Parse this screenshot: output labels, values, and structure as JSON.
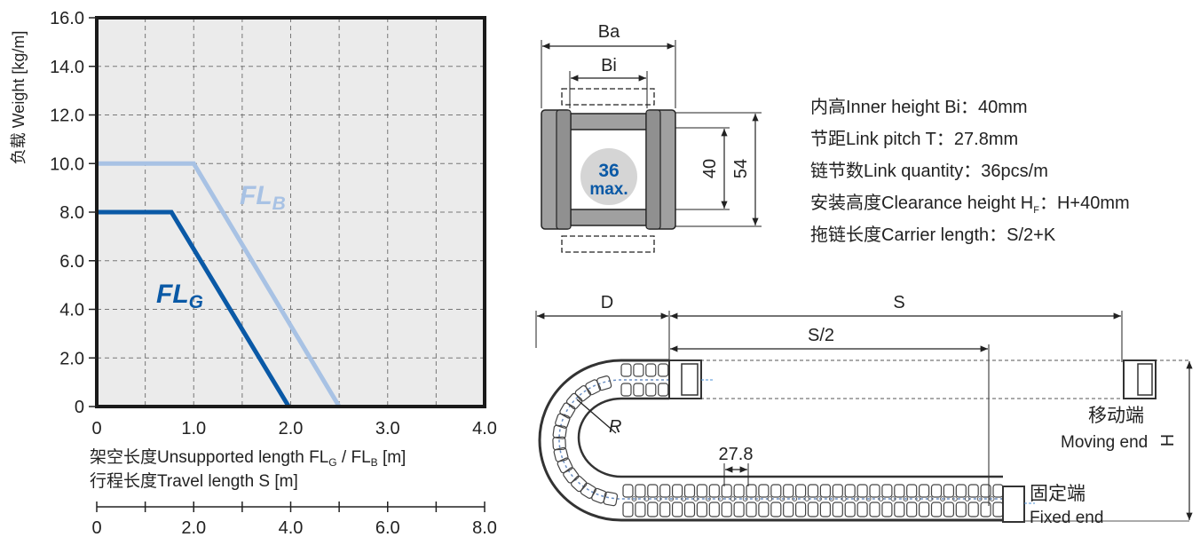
{
  "chart_data": {
    "type": "line",
    "ylabel": "负载 Weight  [kg/m]",
    "xlabel_line1": "架空长度Unsupported length FL",
    "xlabel_sub_g": "G",
    "xlabel_mid": " / FL",
    "xlabel_sub_b": "B",
    "xlabel_unit": " [m]",
    "xlabel_line2": "行程长度Travel length S [m]",
    "xlim": [
      0,
      4
    ],
    "ylim": [
      0,
      16
    ],
    "x_ticks": [
      "0",
      "1.0",
      "2.0",
      "3.0",
      "4.0"
    ],
    "y_ticks": [
      "0",
      "2.0",
      "4.0",
      "6.0",
      "8.0",
      "10.0",
      "12.0",
      "14.0",
      "16.0"
    ],
    "travel_ticks": [
      "0",
      "2.0",
      "4.0",
      "6.0",
      "8.0"
    ],
    "grid": true,
    "series": [
      {
        "name": "FL_B",
        "label_main": "FL",
        "label_sub": "B",
        "color": "#a8c2e4",
        "x": [
          0,
          1.0,
          2.5
        ],
        "y": [
          10.0,
          10.0,
          0
        ]
      },
      {
        "name": "FL_G",
        "label_main": "FL",
        "label_sub": "G",
        "color": "#0a59a6",
        "x": [
          0,
          0.77,
          1.98
        ],
        "y": [
          8.0,
          8.0,
          0
        ]
      }
    ]
  },
  "section": {
    "ba": "Ba",
    "bi": "Bi",
    "dim_inner": "40",
    "dim_outer": "54",
    "badge_num": "36",
    "badge_text": "max."
  },
  "specs": {
    "inner_height": "内高Inner height Bi：40mm",
    "pitch": "节距Link pitch T：27.8mm",
    "quantity": "链节数Link quantity：36pcs/m",
    "clearance_pre": "安装高度Clearance height H",
    "clearance_sub": "F",
    "clearance_post": "：H+40mm",
    "carrier_length": "拖链长度Carrier length：S/2+K"
  },
  "layout_diagram": {
    "d": "D",
    "s": "S",
    "s_half": "S/2",
    "r": "R",
    "pitch": "27.8",
    "moving_cn": "移动端",
    "moving_en": "Moving end",
    "fixed_cn": "固定端",
    "fixed_en": "Fixed end",
    "h": "H"
  }
}
